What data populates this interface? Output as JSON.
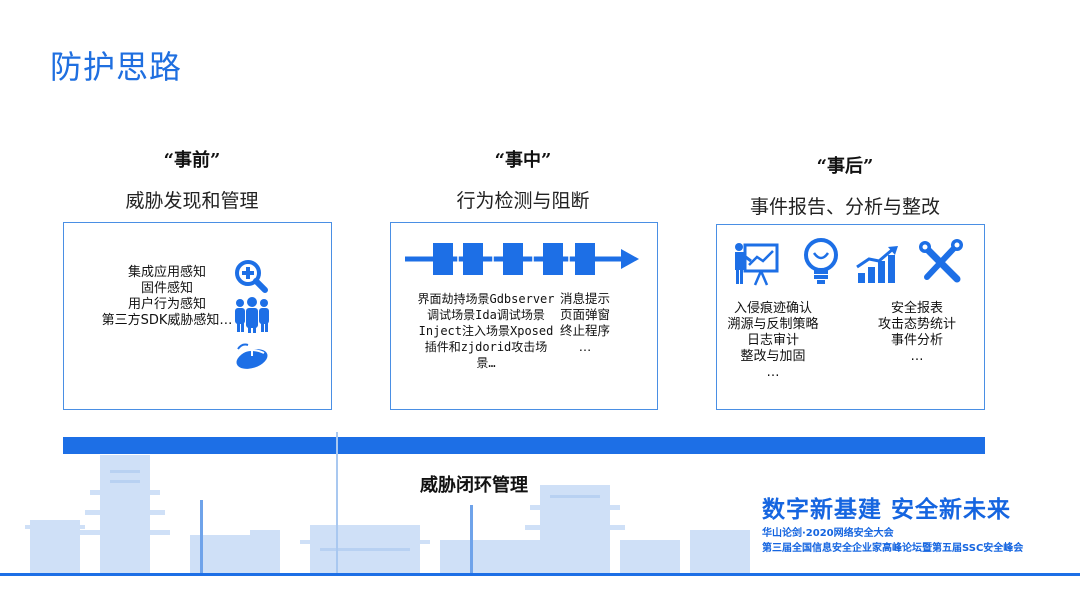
{
  "title": "防护思路",
  "phases": [
    {
      "quote": "“事前”",
      "subtitle": "威胁发现和管理"
    },
    {
      "quote": "“事中”",
      "subtitle": "行为检测与阻断"
    },
    {
      "quote": "“事后”",
      "subtitle": "事件报告、分析与整改"
    }
  ],
  "box1": {
    "lines": [
      "集成应用感知",
      "固件感知",
      "用户行为感知",
      "第三方SDK威胁感知…"
    ],
    "icons": [
      "search-plus-icon",
      "people-group-icon",
      "mouse-icon"
    ]
  },
  "box2": {
    "left_lines": [
      "界面劫持场景Gdbserver",
      "调试场景Ida调试场景",
      "Inject注入场景Xposed",
      "插件和zjdorid攻击场",
      "景…"
    ],
    "right_lines": [
      "消息提示",
      "页面弹窗",
      "终止程序",
      "…"
    ]
  },
  "box3": {
    "left_lines": [
      "入侵痕迹确认",
      "溯源与反制策略",
      "日志审计",
      "整改与加固",
      "…"
    ],
    "right_lines": [
      "安全报表",
      "攻击态势统计",
      "事件分析",
      "…"
    ],
    "icons": [
      "presenter-board-icon",
      "lightbulb-icon",
      "growth-chart-icon",
      "tools-icon"
    ]
  },
  "closed_loop": "威胁闭环管理",
  "footer": {
    "slogan": "数字新基建  安全新未来",
    "line1": "华山论剑·2020网络安全大会",
    "line2": "第三届全国信息安全企业家高峰论坛暨第五届SSC安全峰会"
  },
  "colors": {
    "accent": "#1d6fe6",
    "title": "#1f6fe0",
    "skyline": "#9fc2ef"
  }
}
